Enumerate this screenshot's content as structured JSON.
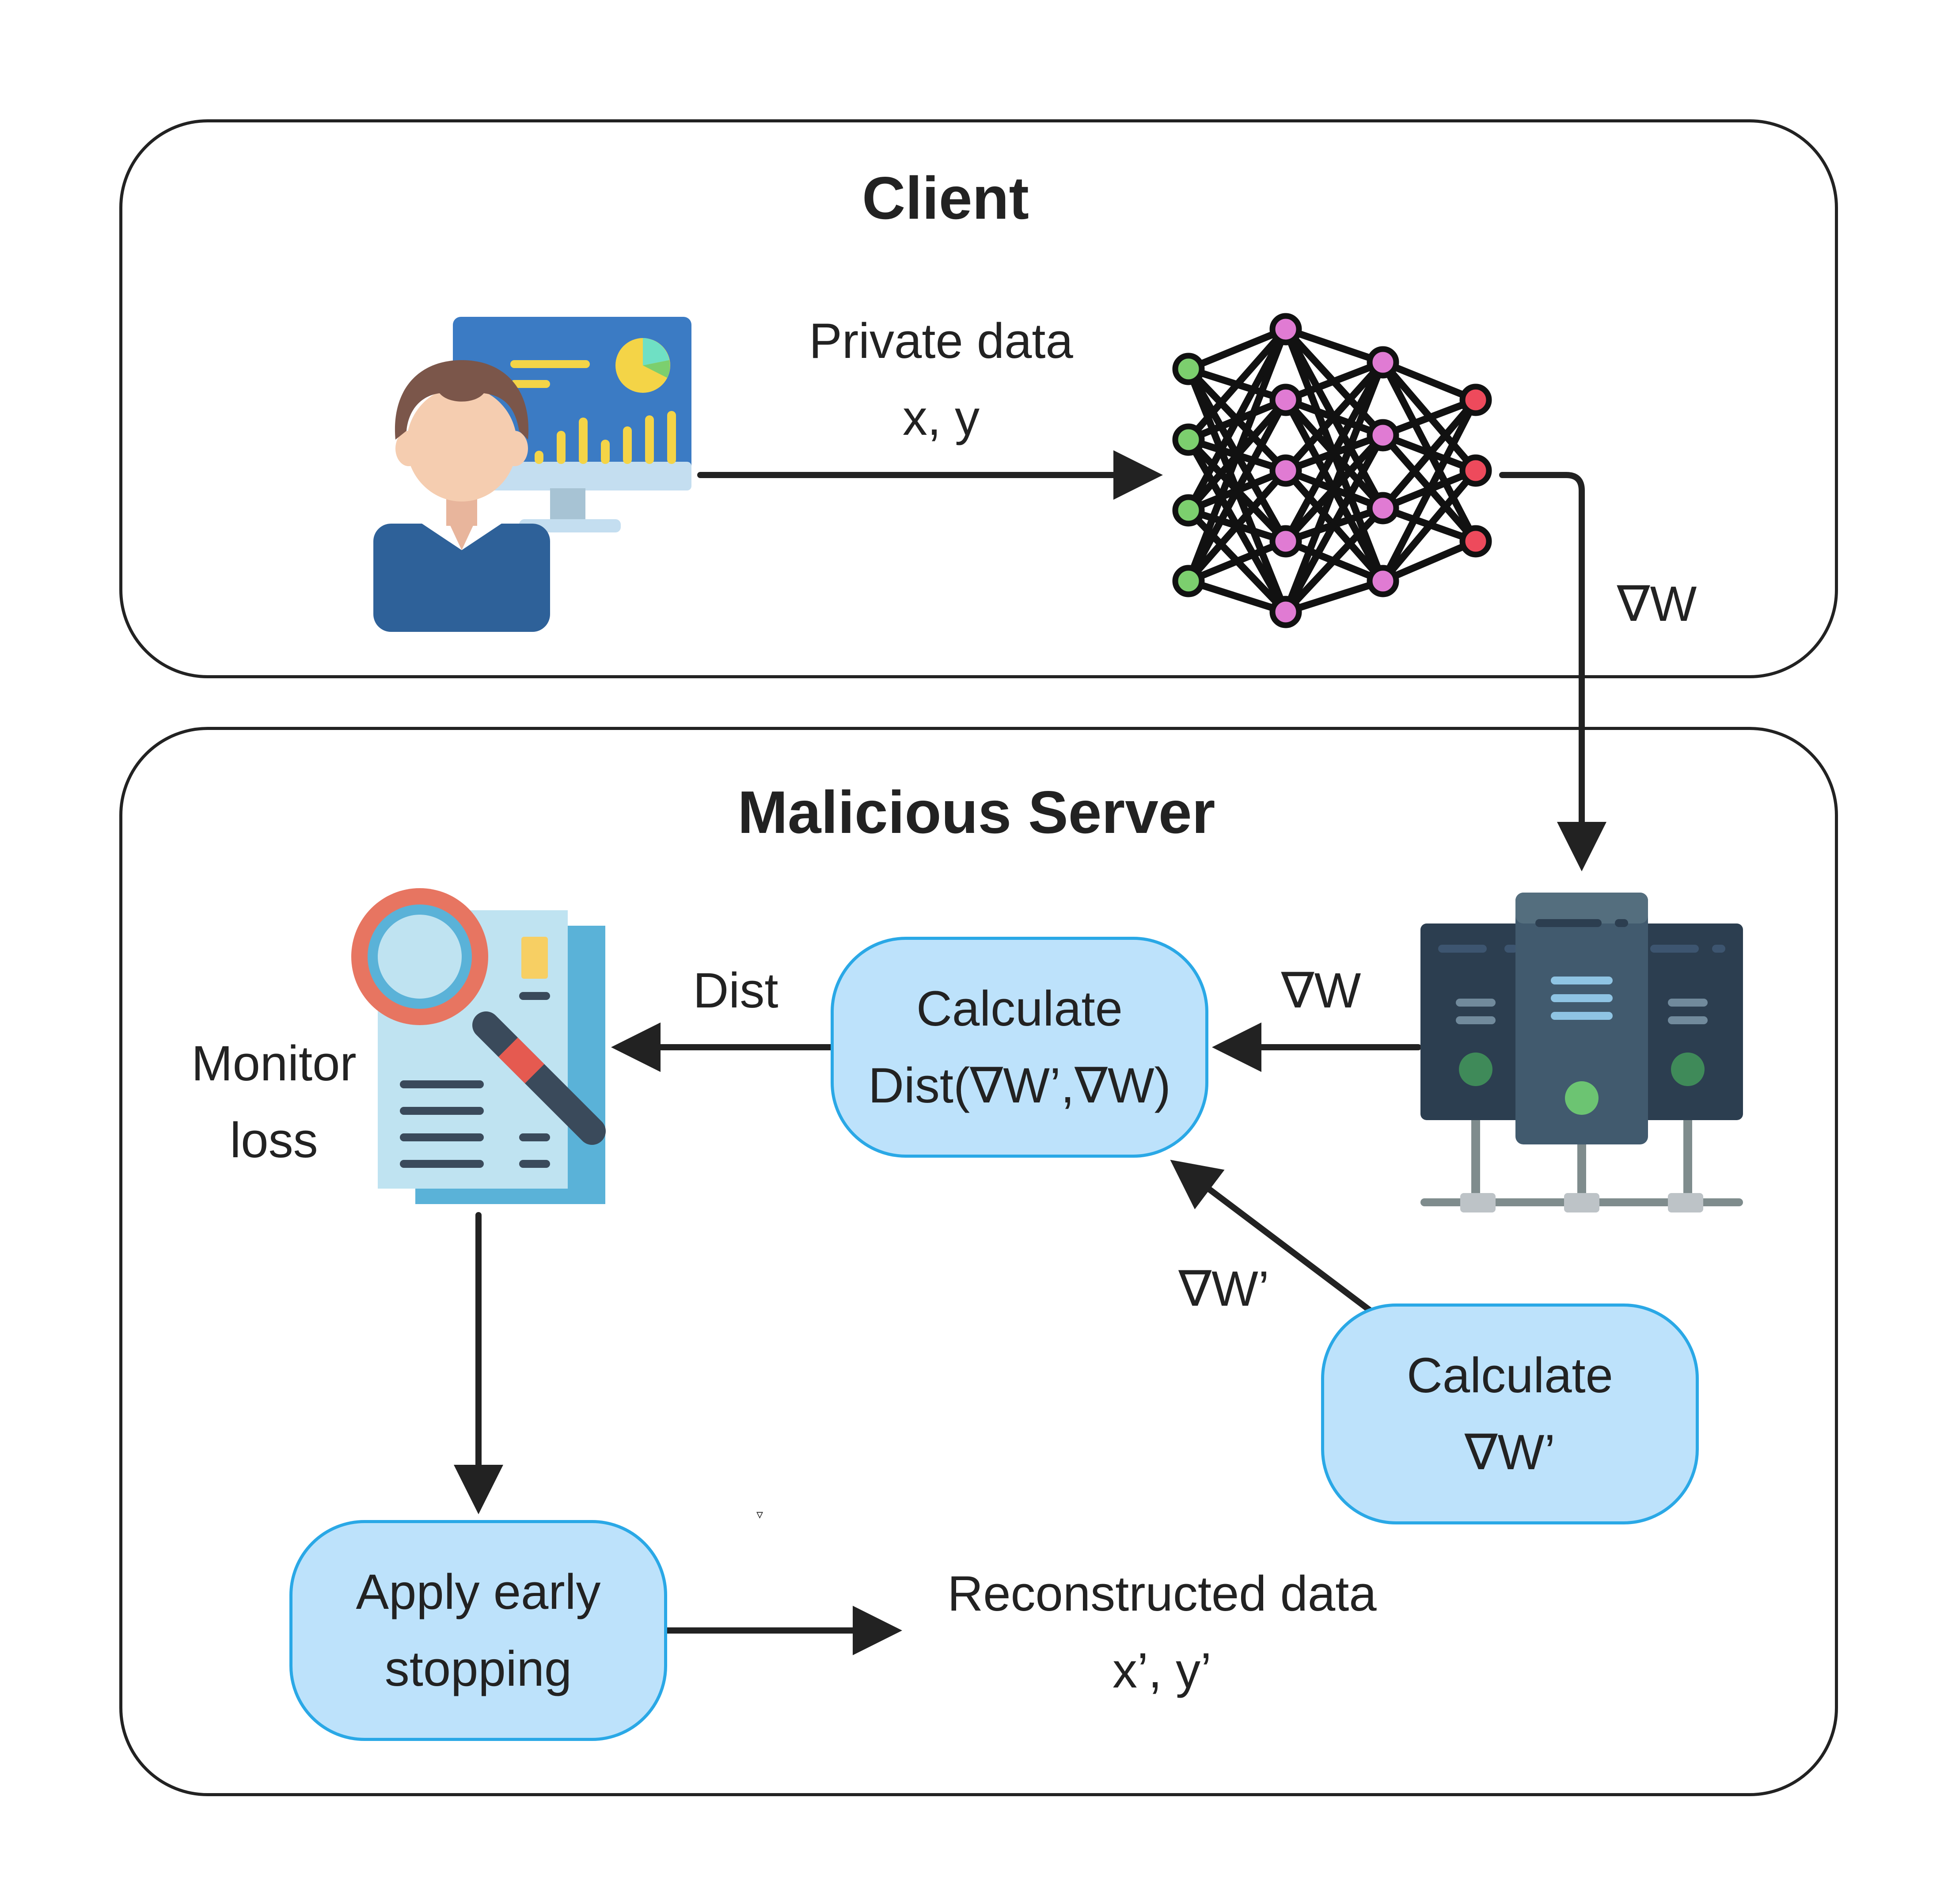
{
  "client": {
    "title": "Client"
  },
  "server": {
    "title": "Malicious Server"
  },
  "labels": {
    "private_data": "Private data\nx, y",
    "grad_client": "∇W",
    "grad_server": "∇W",
    "grad_prime": "∇W’",
    "dist": "Dist",
    "monitor_loss": "Monitor\nloss",
    "reconstructed": "Reconstructed data\nx’, y’",
    "stray_mark": "▿"
  },
  "boxes": {
    "calc_dist": "Calculate\nDist(∇W’,∇W)",
    "calc_grad": "Calculate\n∇W’",
    "early_stop": "Apply early\nstopping"
  },
  "icons": {
    "user": "user-at-monitor-icon",
    "network": "neural-network-icon",
    "server": "server-rack-icon",
    "report": "magnified-report-icon"
  },
  "colors": {
    "box_fill": "#bde2fb",
    "box_border": "#2aa8e6",
    "line": "#222222",
    "node_green": "#7ccf6e",
    "node_pink": "#e07bd3",
    "node_red": "#ee4a5c"
  }
}
